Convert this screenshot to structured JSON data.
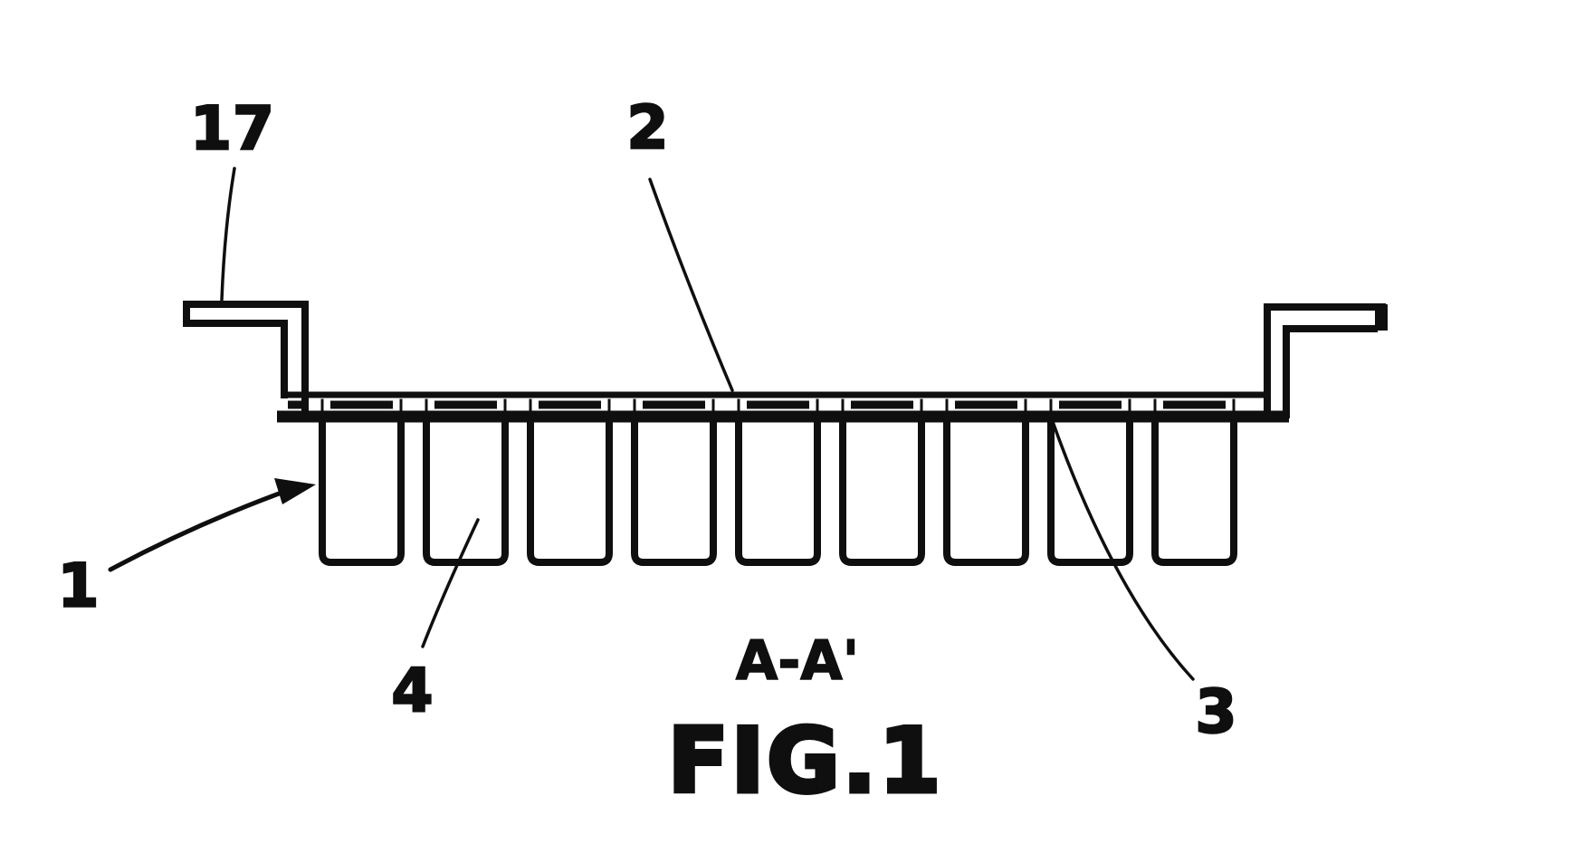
{
  "figure": {
    "section_title": "A-A'",
    "caption": "FIG.1",
    "part_labels": [
      {
        "text": "17"
      },
      {
        "text": "2"
      },
      {
        "text": "1"
      },
      {
        "text": "4"
      },
      {
        "text": "3"
      }
    ]
  },
  "colors": {
    "ink": "#0f0f0f",
    "paper": "#ffffff"
  }
}
